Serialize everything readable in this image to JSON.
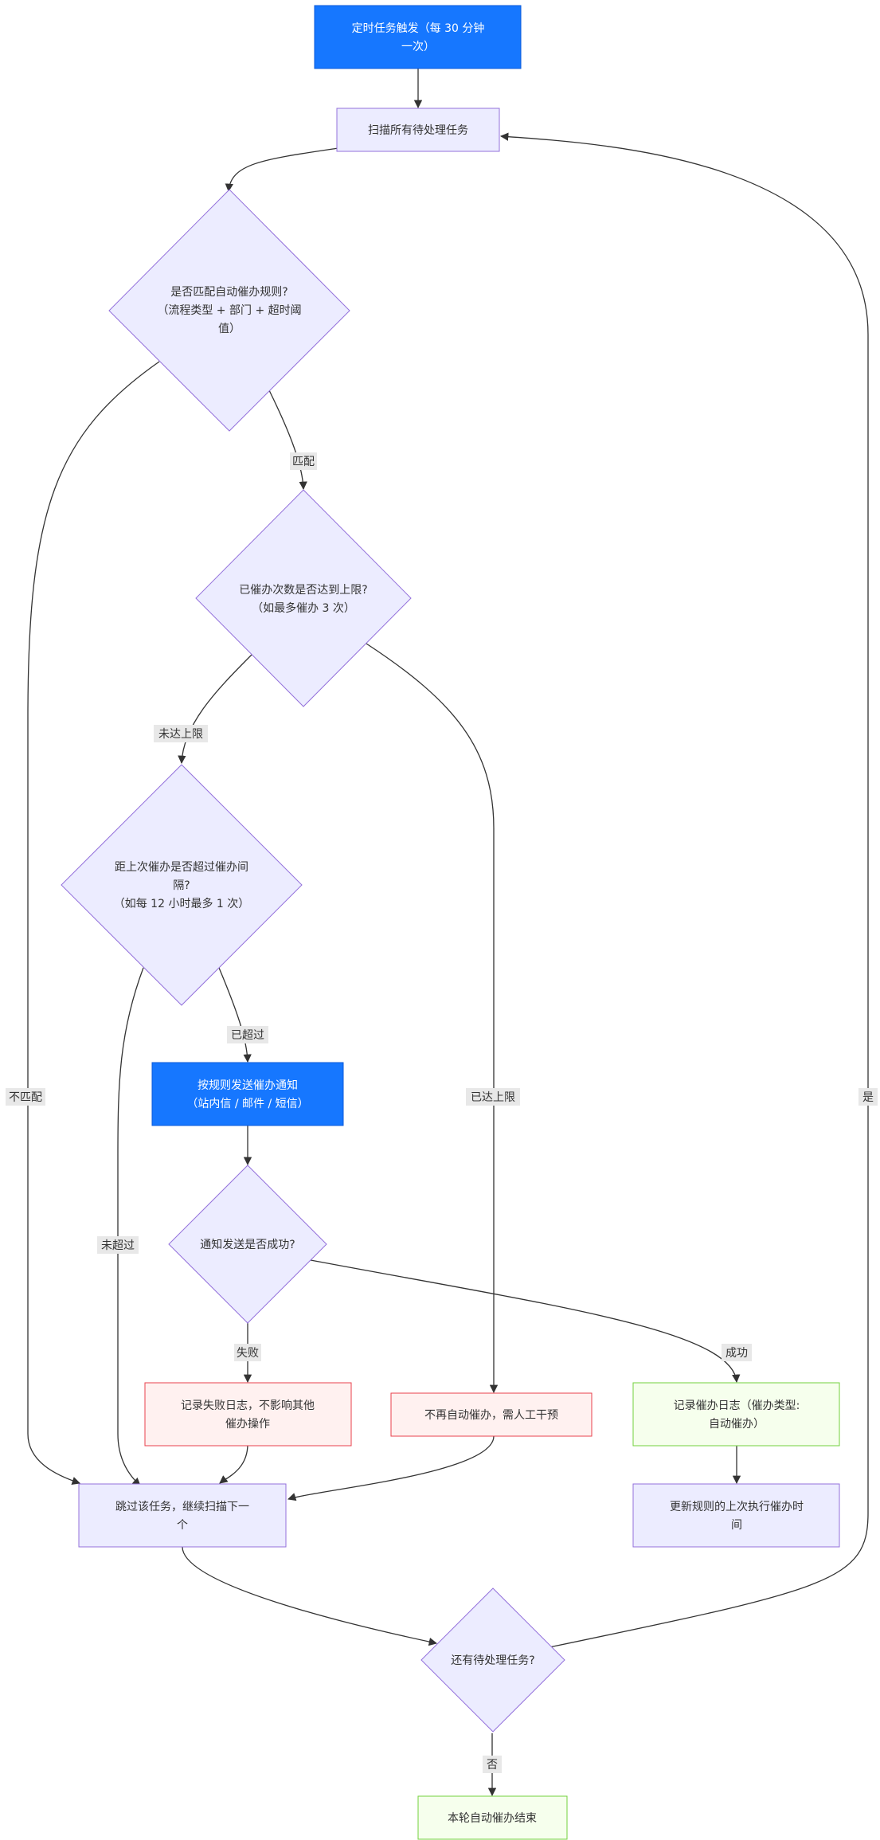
{
  "colors": {
    "default_fill": "#ECECFF",
    "default_stroke": "#9370DB",
    "blue_fill": "#1677FF",
    "blue_stroke": "#0958D9",
    "red_fill": "#FFF1F0",
    "red_stroke": "#E8414D",
    "green_fill": "#F6FFED",
    "green_stroke": "#73D13D",
    "edge": "#333333",
    "label_bg": "#E8E8E8"
  },
  "nodes": {
    "start": {
      "lines": [
        "定时任务触发（每 30 分钟",
        "一次）"
      ]
    },
    "scan": {
      "lines": [
        "扫描所有待处理任务"
      ]
    },
    "match_rule": {
      "lines": [
        "是否匹配自动催办规则?",
        "（流程类型 + 部门 + 超时阈",
        "值）"
      ]
    },
    "limit_check": {
      "lines": [
        "已催办次数是否达到上限?",
        "（如最多催办 3 次）"
      ]
    },
    "interval_check": {
      "lines": [
        "距上次催办是否超过催办间",
        "隔?",
        "（如每 12 小时最多 1 次）"
      ]
    },
    "send_notice": {
      "lines": [
        "按规则发送催办通知",
        "（站内信 / 邮件 / 短信）"
      ]
    },
    "send_success": {
      "lines": [
        "通知发送是否成功?"
      ]
    },
    "fail_log": {
      "lines": [
        "记录失败日志，不影响其他",
        "催办操作"
      ]
    },
    "manual": {
      "lines": [
        "不再自动催办，需人工干预"
      ]
    },
    "success_log": {
      "lines": [
        "记录催办日志（催办类型:",
        "自动催办）"
      ]
    },
    "skip": {
      "lines": [
        "跳过该任务，继续扫描下一",
        "个"
      ]
    },
    "update_time": {
      "lines": [
        "更新规则的上次执行催办时",
        "间"
      ]
    },
    "more_tasks": {
      "lines": [
        "还有待处理任务?"
      ]
    },
    "end": {
      "lines": [
        "本轮自动催办结束"
      ]
    }
  },
  "edge_labels": {
    "match": "匹配",
    "no_match": "不匹配",
    "not_reached": "未达上限",
    "reached": "已达上限",
    "exceeded": "已超过",
    "not_exceeded": "未超过",
    "fail": "失败",
    "success": "成功",
    "yes": "是",
    "no": "否"
  }
}
